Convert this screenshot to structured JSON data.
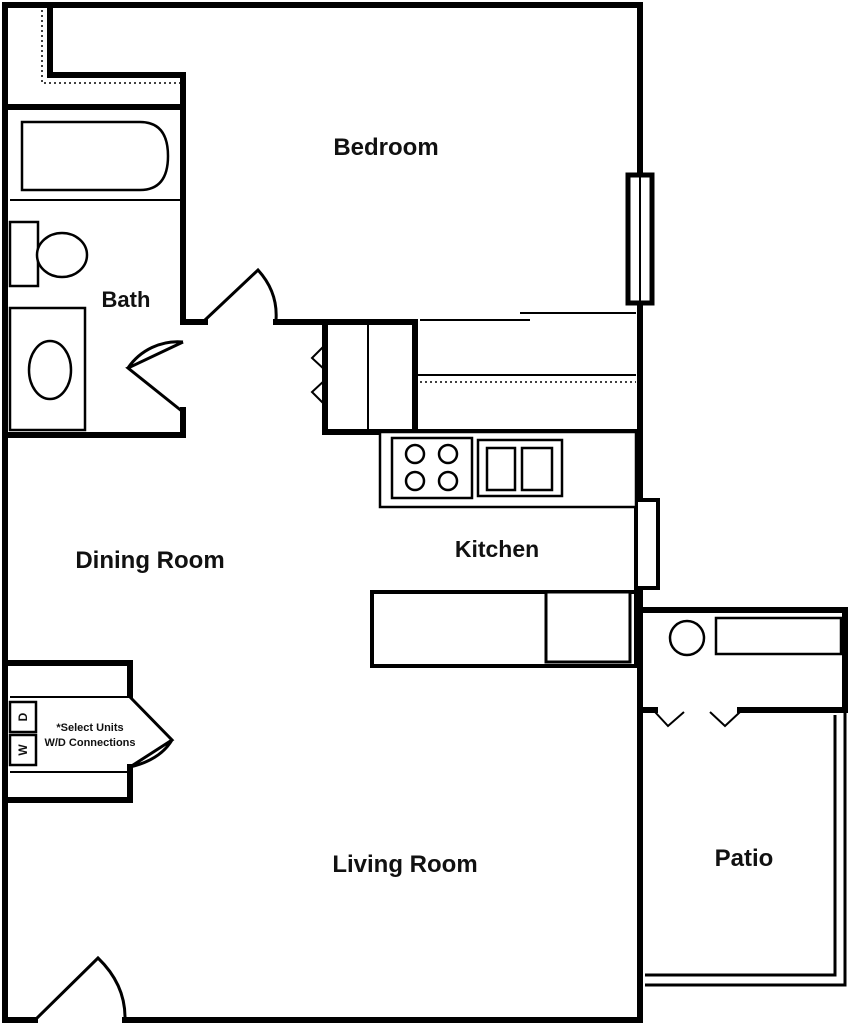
{
  "rooms": {
    "bedroom": "Bedroom",
    "bath": "Bath",
    "dining": "Dining Room",
    "kitchen": "Kitchen",
    "living": "Living Room",
    "patio": "Patio"
  },
  "laundry": {
    "washer": "W",
    "dryer": "D",
    "note_line1": "*Select Units",
    "note_line2": "W/D Connections"
  }
}
